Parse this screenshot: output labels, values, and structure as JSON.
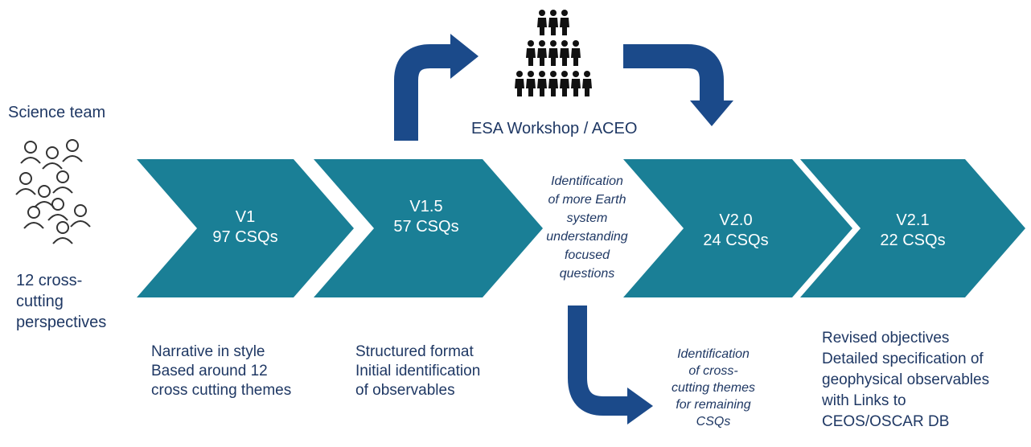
{
  "colors": {
    "chevron": "#1a7f96",
    "arrow": "#1b4a8a",
    "text": "#1f3864",
    "icon_outline": "#333333",
    "icon_people": "#111111"
  },
  "left": {
    "title": "Science team",
    "icon": "people-group-outline-icon",
    "perspectives": [
      "12 cross-",
      "cutting",
      "perspectives"
    ]
  },
  "workshop": {
    "icon": "people-pyramid-icon",
    "title": "ESA Workshop / ACEO"
  },
  "chevrons": [
    {
      "version": "V1",
      "count": "97 CSQs"
    },
    {
      "version": "V1.5",
      "count": "57 CSQs"
    },
    {
      "version": "V2.0",
      "count": "24 CSQs"
    },
    {
      "version": "V2.1",
      "count": "22 CSQs"
    }
  ],
  "middle_note": [
    "Identification",
    "of more Earth",
    "system",
    "understanding",
    "focused",
    "questions"
  ],
  "lower_note": [
    "Identification",
    "of cross-",
    "cutting themes",
    "for remaining",
    "CSQs"
  ],
  "descriptions": {
    "v1": [
      "Narrative in style",
      "Based around 12",
      "cross cutting themes"
    ],
    "v15": [
      "Structured format",
      "Initial identification",
      "of observables"
    ],
    "v21": [
      "Revised objectives",
      "Detailed specification of",
      "geophysical observables",
      "with Links to",
      "CEOS/OSCAR DB"
    ]
  }
}
